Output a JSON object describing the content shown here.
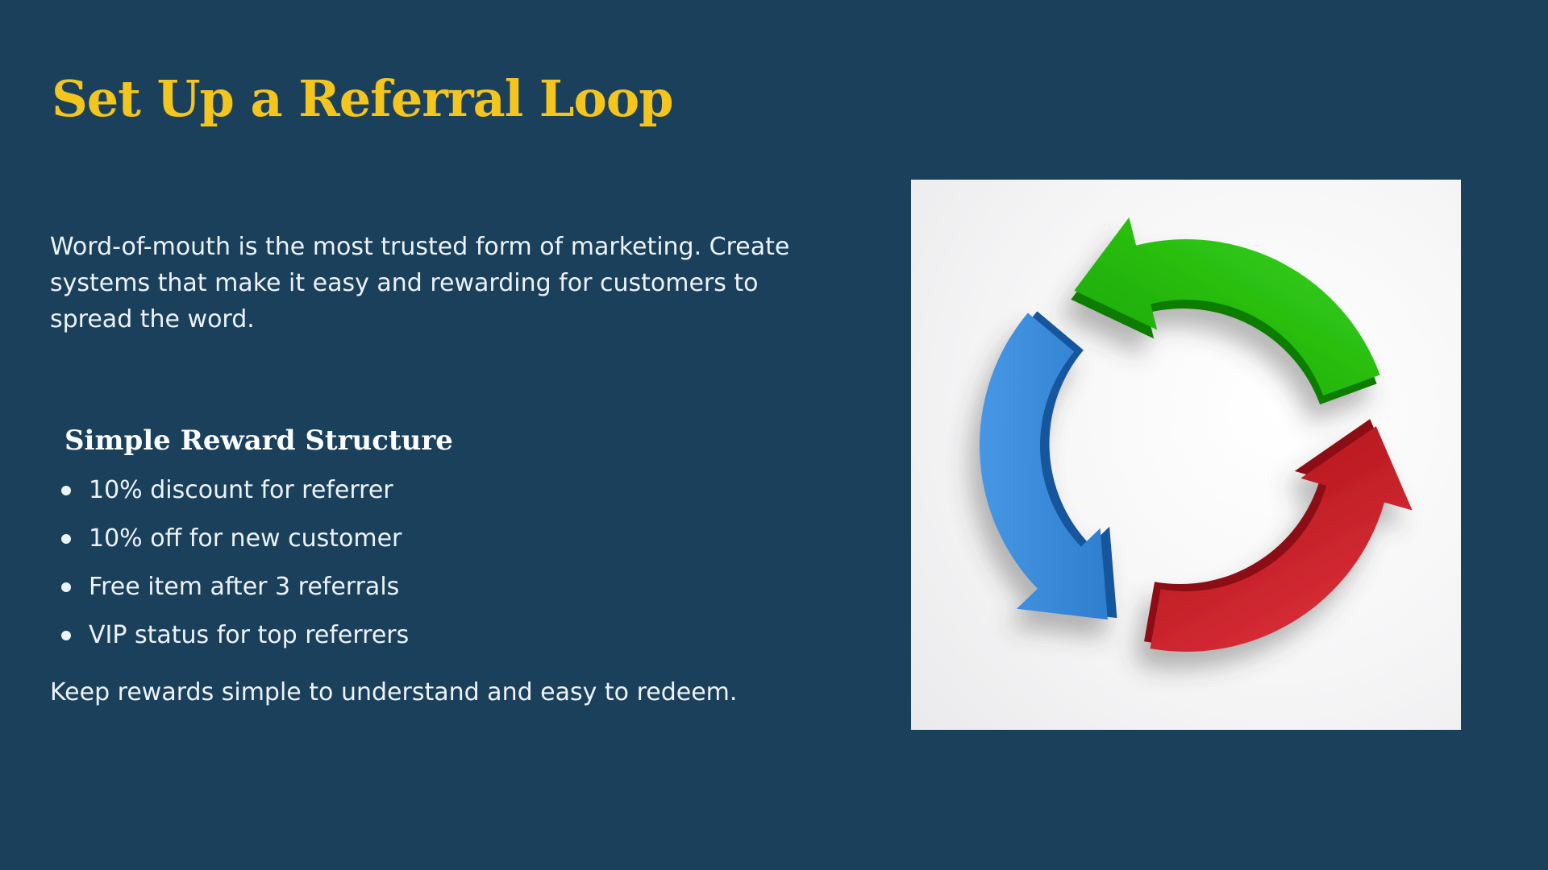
{
  "slide": {
    "background_color": "#1A405C",
    "title": {
      "text": "Set Up a Referral Loop",
      "color": "#F3C51D"
    },
    "intro_lines": [
      "Word-of-mouth is the most trusted form of marketing. Create",
      "systems that make it easy and rewarding for customers to",
      "spread the word."
    ],
    "section": {
      "heading": "Simple Reward Structure",
      "bullets": [
        "10% discount for referrer",
        "10% off for new customer",
        "Free item after 3 referrals",
        "VIP status for top referrers"
      ]
    },
    "closing_note": "Keep rewards simple to understand and easy to redeem.",
    "text_color": "#EDF3F8",
    "illustration": {
      "icon": "cycle-arrows-icon",
      "panel_background": "#FFFFFF",
      "arrow_colors": {
        "green": "#1FB708",
        "blue": "#2F8FE6",
        "red": "#D8232A"
      }
    }
  }
}
